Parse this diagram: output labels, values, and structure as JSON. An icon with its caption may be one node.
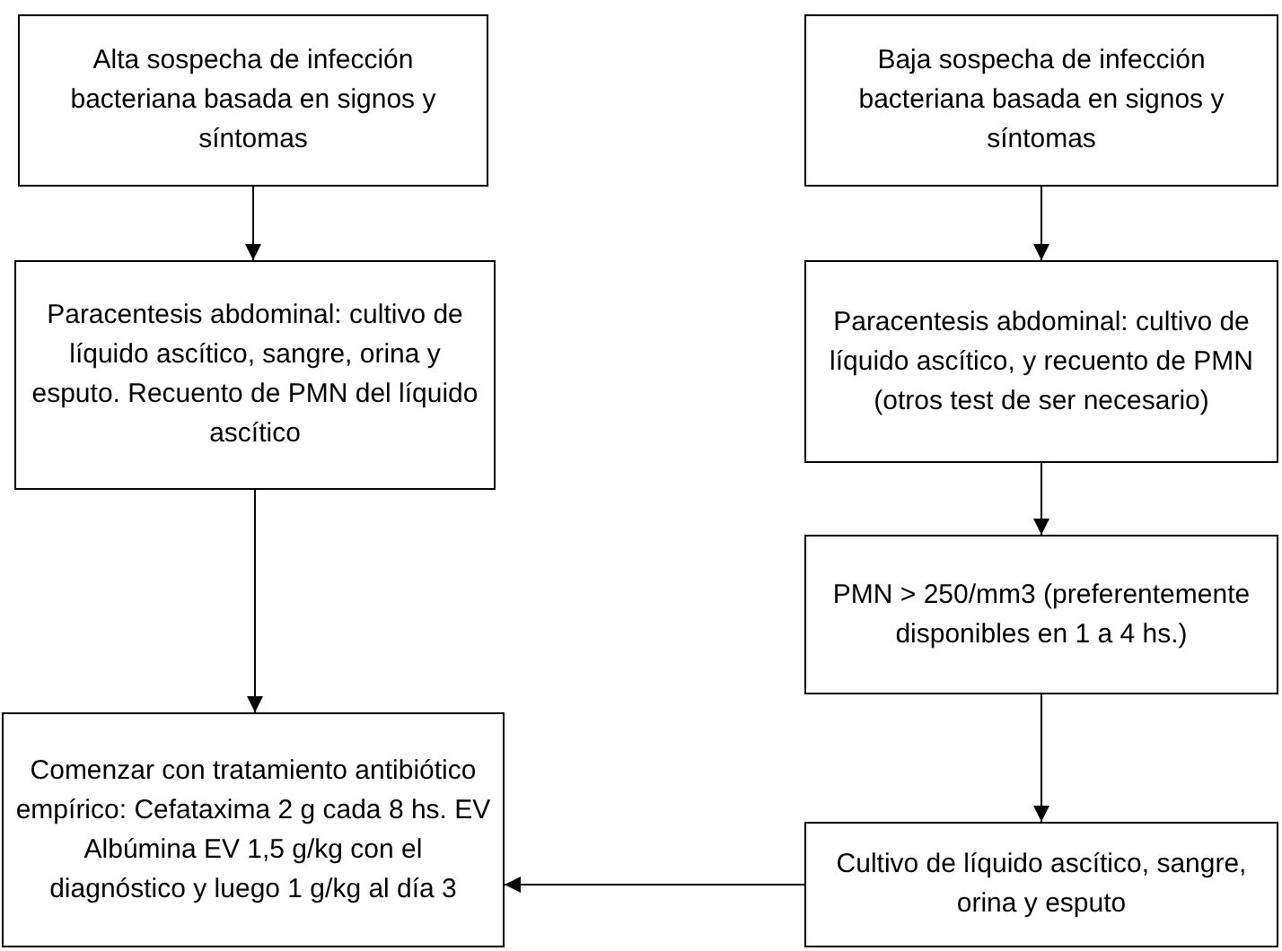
{
  "diagram": {
    "nodes": [
      {
        "text": [
          "Alta sospecha de infección bacteriana basada en signos y síntomas"
        ]
      },
      {
        "text": [
          "Paracentesis abdominal: cultivo de líquido ascítico, sangre, orina y esputo. Recuento de PMN del líquido ascítico"
        ]
      },
      {
        "text": [
          "Comenzar con tratamiento antibiótico empírico: Cefataxima 2 g cada 8 hs. EV Albúmina EV 1,5 g/kg con el diagnóstico y luego 1 g/kg al día 3"
        ]
      },
      {
        "text": [
          "Baja sospecha de infección bacteriana basada en signos y síntomas"
        ]
      },
      {
        "text": [
          "Paracentesis abdominal: cultivo de líquido ascítico, y recuento de PMN (otros test de ser necesario)"
        ]
      },
      {
        "text": [
          "PMN > 250/mm3 (preferentemente disponibles en 1 a 4 hs.)"
        ]
      },
      {
        "text": [
          "Cultivo de líquido ascítico, sangre, orina y esputo"
        ]
      }
    ],
    "edges": [
      {
        "from": 0,
        "to": 1,
        "arrow": "to"
      },
      {
        "from": 1,
        "to": 2,
        "arrow": "to"
      },
      {
        "from": 3,
        "to": 4,
        "arrow": "to"
      },
      {
        "from": 4,
        "to": 5,
        "arrow": "to"
      },
      {
        "from": 5,
        "to": 6,
        "arrow": "to"
      },
      {
        "from": 6,
        "to": 2,
        "arrow": "to"
      }
    ]
  }
}
